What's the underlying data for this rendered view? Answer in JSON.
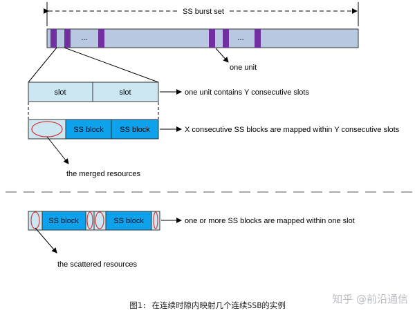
{
  "burst": {
    "label": "SS burst set",
    "ellipsis_1": "...",
    "ellipsis_2": "..."
  },
  "unit_label": "one unit",
  "slots": {
    "slot_1": "slot",
    "slot_2": "slot",
    "annotation": "one unit contains Y consecutive slots"
  },
  "merged": {
    "block_1": "SS block",
    "block_2": "SS block",
    "annotation": "X consecutive SS blocks are mapped within Y consecutive slots",
    "resource_label": "the merged resources"
  },
  "scattered": {
    "block_1": "SS block",
    "block_2": "SS block",
    "annotation": "one or more SS blocks are mapped within one slot",
    "resource_label": "the scattered resources"
  },
  "caption": "图1: 在连续时隙内映射几个连续SSB的实例",
  "watermark": "知乎 @前沿通信",
  "colors": {
    "bar_fill": "#b9c8e1",
    "ss_purple": "#7030a0",
    "slot_fill": "#cde7f2",
    "block_fill": "#0ea1ec",
    "resource_ellipse": "#d23a3a"
  }
}
